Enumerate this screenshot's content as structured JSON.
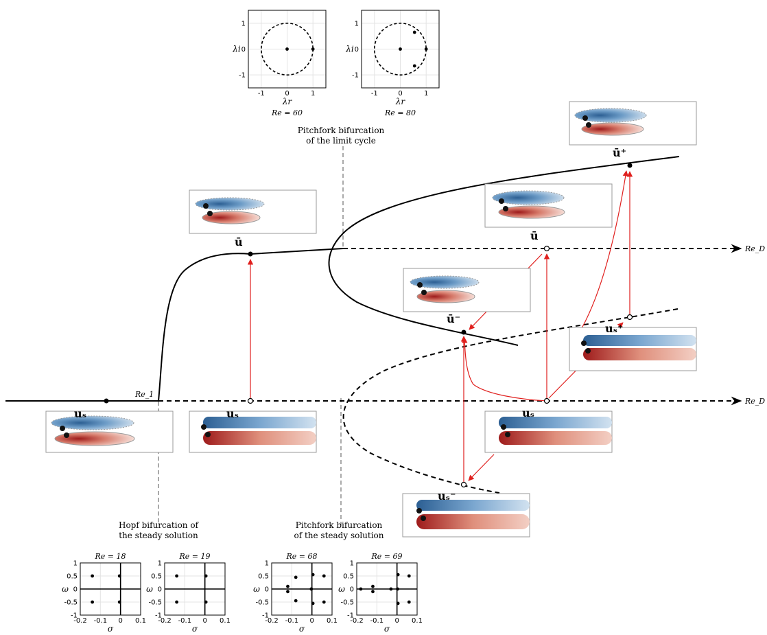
{
  "branch_labels": {
    "re_d_top": "Re_D",
    "re_d_bottom": "Re_D",
    "re1": "Re_1"
  },
  "symbols": {
    "u_plus": "ū⁺",
    "u_bar_left": "ū",
    "u_bar_right": "ū",
    "u_bar_minus": "ū⁻",
    "us_plus": "uₛ⁺",
    "us_left": "uₛ",
    "us_mid": "uₛ",
    "us_right": "uₛ",
    "us_minus": "uₛ⁻"
  },
  "annotations": {
    "pitchfork_limit_1": "Pitchfork bifurcation",
    "pitchfork_limit_2": "of the limit cycle",
    "hopf_1": "Hopf bifurcation of",
    "hopf_2": "the steady solution",
    "pitchfork_steady_1": "Pitchfork bifurcation",
    "pitchfork_steady_2": "of the steady solution"
  },
  "floquet_plots": [
    {
      "re_label": "Re = 60",
      "xlabel": "λr",
      "ylabel": "λi",
      "xticks": [
        "-1",
        "0",
        "1"
      ],
      "yticks": [
        "1",
        "0",
        "-1"
      ],
      "points": [
        [
          0,
          0
        ],
        [
          1,
          0
        ]
      ]
    },
    {
      "re_label": "Re = 80",
      "xlabel": "λr",
      "ylabel": "λi",
      "xticks": [
        "-1",
        "0",
        "1"
      ],
      "yticks": [
        "1",
        "0",
        "-1"
      ],
      "points": [
        [
          0,
          0
        ],
        [
          1,
          0
        ],
        [
          0.55,
          0.65
        ],
        [
          0.55,
          -0.65
        ]
      ]
    }
  ],
  "eigen_plots": [
    {
      "re_label": "Re = 18",
      "xlabel": "σ",
      "ylabel": "ω",
      "xticks": [
        "-0.2",
        "-0.1",
        "0",
        "0.1"
      ],
      "yticks": [
        "1",
        "0.5",
        "0",
        "-0.5",
        "-1"
      ],
      "points": [
        [
          -0.14,
          0.5
        ],
        [
          -0.14,
          -0.5
        ],
        [
          -0.005,
          0.5
        ],
        [
          -0.005,
          -0.5
        ]
      ]
    },
    {
      "re_label": "Re = 19",
      "xlabel": "σ",
      "ylabel": "ω",
      "xticks": [
        "-0.2",
        "-0.1",
        "0",
        "0.1"
      ],
      "yticks": [
        "1",
        "0.5",
        "0",
        "-0.5",
        "-1"
      ],
      "points": [
        [
          -0.14,
          0.5
        ],
        [
          -0.14,
          -0.5
        ],
        [
          0.005,
          0.5
        ],
        [
          0.005,
          -0.5
        ]
      ]
    },
    {
      "re_label": "Re = 68",
      "xlabel": "σ",
      "ylabel": "ω",
      "xticks": [
        "-0.2",
        "-0.1",
        "0",
        "0.1"
      ],
      "yticks": [
        "1",
        "0.5",
        "0",
        "-0.5",
        "-1"
      ],
      "points": [
        [
          -0.12,
          0.1
        ],
        [
          -0.12,
          -0.1
        ],
        [
          -0.08,
          0.45
        ],
        [
          -0.08,
          -0.45
        ],
        [
          -0.003,
          0
        ],
        [
          0.005,
          0.55
        ],
        [
          0.005,
          -0.55
        ],
        [
          0.06,
          0.5
        ],
        [
          0.06,
          -0.5
        ]
      ]
    },
    {
      "re_label": "Re = 69",
      "xlabel": "σ",
      "ylabel": "ω",
      "xticks": [
        "-0.2",
        "-0.1",
        "0",
        "0.1"
      ],
      "yticks": [
        "1",
        "0.5",
        "0",
        "-0.5",
        "-1"
      ],
      "points": [
        [
          -0.18,
          0
        ],
        [
          -0.12,
          0.1
        ],
        [
          -0.12,
          -0.1
        ],
        [
          -0.03,
          0
        ],
        [
          0.003,
          0
        ],
        [
          0.005,
          0.55
        ],
        [
          0.005,
          -0.55
        ],
        [
          0.06,
          0.5
        ],
        [
          0.06,
          -0.5
        ]
      ]
    }
  ],
  "colors": {
    "red_arrow": "#e0201e",
    "blue_field": "#2f6fa8",
    "red_field": "#a81c1c"
  }
}
